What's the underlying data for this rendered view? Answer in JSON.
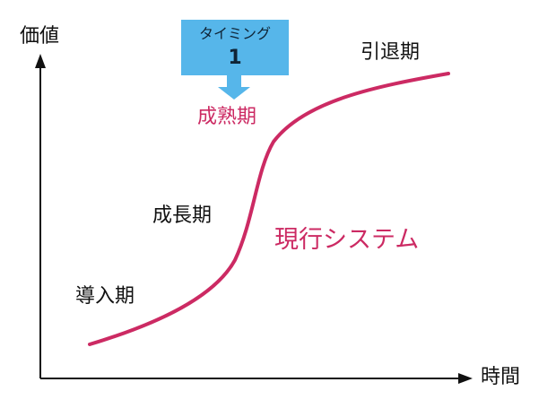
{
  "axes": {
    "y_label": "価値",
    "x_label": "時間",
    "color": "#111111"
  },
  "curve": {
    "color": "#cc2a63"
  },
  "callout": {
    "line1": "タイミング",
    "line2": "1",
    "fill": "#56b6ea"
  },
  "stages": {
    "introduction": "導入期",
    "growth": "成長期",
    "maturity": "成熟期",
    "decline": "引退期"
  },
  "system_label": "現行システム"
}
